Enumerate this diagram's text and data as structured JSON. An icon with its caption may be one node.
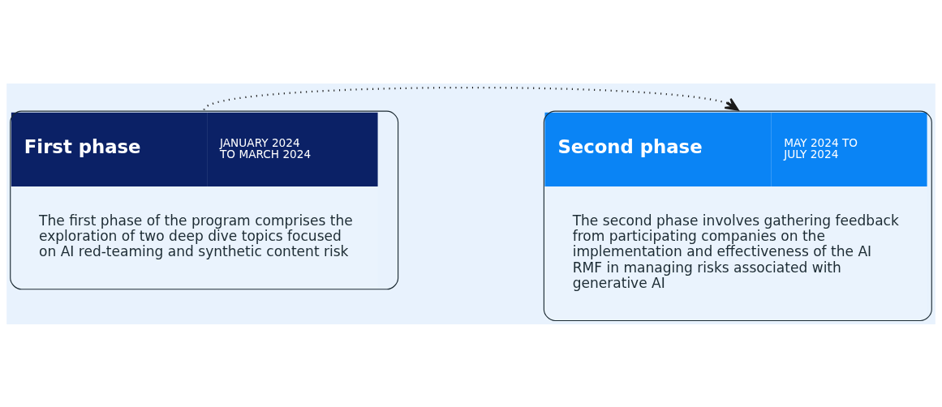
{
  "diagram": {
    "nodes": [
      {
        "text": [
          "First phase",
          "JANUARY 2024 TO MARCH 2024",
          "The first phase of the program comprises the exploration of two deep dive topics focused on AI red-teaming and synthetic content risk"
        ]
      },
      {
        "text": [
          "Second phase",
          "MAY 2024 TO JULY 2024",
          "The second phase involves gathering feedback from participating companies on the implementation and effectiveness of the AI RMF in managing risks associated with generative AI"
        ]
      }
    ],
    "edges": [
      {
        "from": 0,
        "to": 1,
        "arrow": "to",
        "style": "dashed"
      }
    ]
  }
}
